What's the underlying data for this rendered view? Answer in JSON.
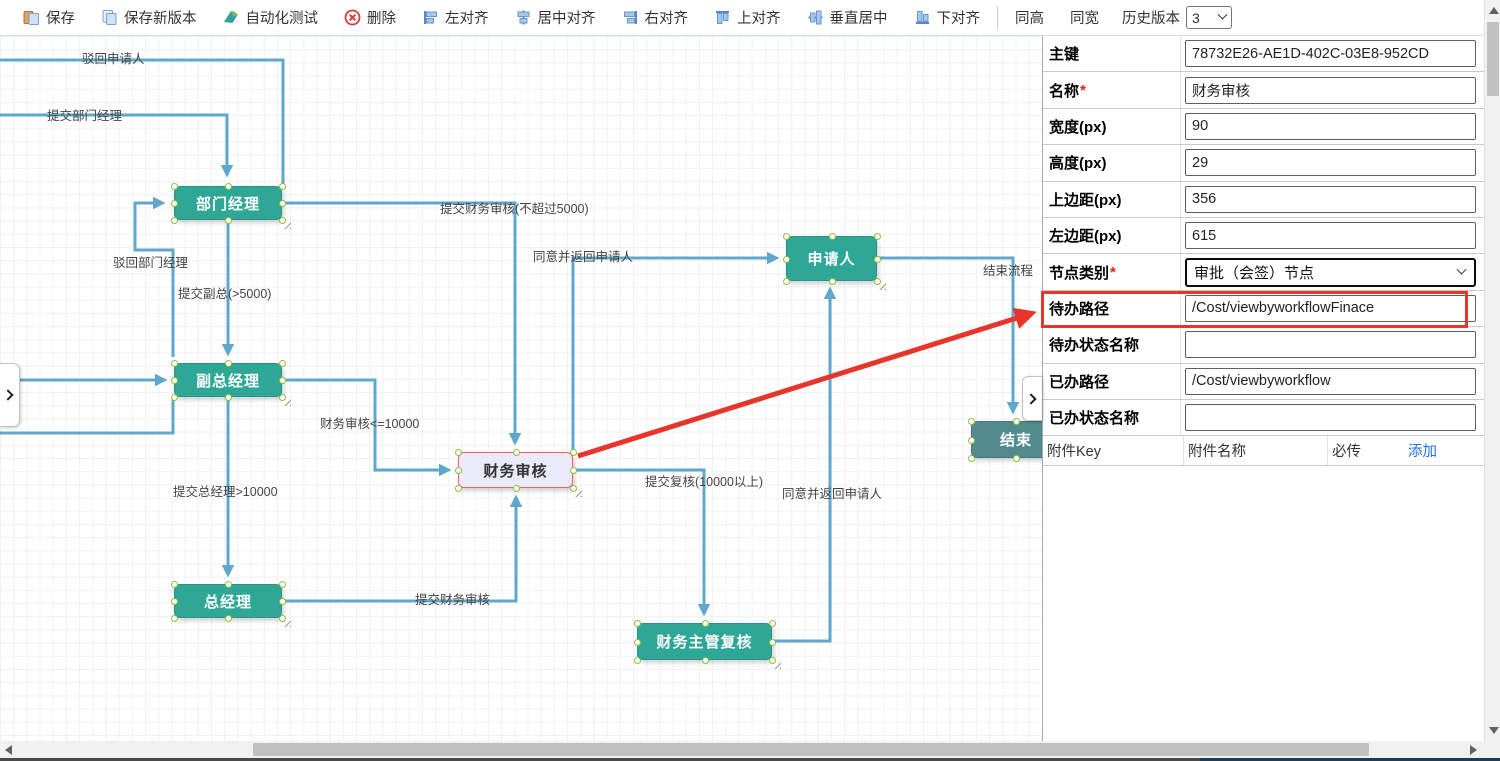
{
  "toolbar": {
    "buttons": [
      {
        "id": "save",
        "label": "保存"
      },
      {
        "id": "save-new-version",
        "label": "保存新版本"
      },
      {
        "id": "automation-test",
        "label": "自动化测试"
      },
      {
        "id": "delete",
        "label": "删除"
      },
      {
        "id": "align-left",
        "label": "左对齐"
      },
      {
        "id": "align-center",
        "label": "居中对齐"
      },
      {
        "id": "align-right",
        "label": "右对齐"
      },
      {
        "id": "align-top",
        "label": "上对齐"
      },
      {
        "id": "vertical-center",
        "label": "垂直居中"
      },
      {
        "id": "align-bottom",
        "label": "下对齐"
      },
      {
        "id": "same-height",
        "label": "同高"
      },
      {
        "id": "same-width",
        "label": "同宽"
      }
    ],
    "history_version_label": "历史版本",
    "history_version_value": "3"
  },
  "panel": {
    "rows": [
      {
        "id": "primary-key",
        "label": "主键",
        "value": "78732E26-AE1D-402C-03E8-952CD",
        "required": false,
        "type": "input"
      },
      {
        "id": "name",
        "label": "名称",
        "value": "财务审核",
        "required": true,
        "type": "input"
      },
      {
        "id": "width",
        "label": "宽度(px)",
        "value": "90",
        "required": false,
        "type": "input"
      },
      {
        "id": "height",
        "label": "高度(px)",
        "value": "29",
        "required": false,
        "type": "input"
      },
      {
        "id": "margin-top",
        "label": "上边距(px)",
        "value": "356",
        "required": false,
        "type": "input"
      },
      {
        "id": "margin-left",
        "label": "左边距(px)",
        "value": "615",
        "required": false,
        "type": "input"
      },
      {
        "id": "node-category",
        "label": "节点类别",
        "value": "审批（会签）节点",
        "required": true,
        "type": "select"
      },
      {
        "id": "todo-path",
        "label": "待办路径",
        "value": "/Cost/viewbyworkflowFinace",
        "required": false,
        "type": "input",
        "highlighted": true
      },
      {
        "id": "todo-status-name",
        "label": "待办状态名称",
        "value": "",
        "required": false,
        "type": "input"
      },
      {
        "id": "done-path",
        "label": "已办路径",
        "value": "/Cost/viewbyworkflow",
        "required": false,
        "type": "input"
      },
      {
        "id": "done-status-name",
        "label": "已办状态名称",
        "value": "",
        "required": false,
        "type": "input"
      }
    ],
    "attachment": {
      "key": "附件Key",
      "name": "附件名称",
      "required": "必传",
      "add": "添加"
    }
  },
  "flowchart": {
    "nodes": [
      {
        "id": "dept-manager",
        "label": "部门经理"
      },
      {
        "id": "vice-gm",
        "label": "副总经理"
      },
      {
        "id": "gm",
        "label": "总经理"
      },
      {
        "id": "finance-review",
        "label": "财务审核",
        "selected": true
      },
      {
        "id": "applicant",
        "label": "申请人"
      },
      {
        "id": "finance-supervisor-review",
        "label": "财务主管复核"
      },
      {
        "id": "end",
        "label": "结束"
      }
    ],
    "edge_labels": [
      "驳回申请人",
      "提交部门经理",
      "驳回部门经理",
      "提交副总(>5000)",
      "提交总经理>10000",
      "提交财务审核(不超过5000)",
      "同意并返回申请人",
      "财务审核<=10000",
      "提交财务审核",
      "提交复核(10000以上)",
      "同意并返回申请人",
      "结束流程"
    ]
  },
  "colors": {
    "node": "#2fa796",
    "node_end": "#528b8e",
    "edge": "#5fa8cb",
    "selected_node_border": "#ef6060",
    "selected_node_fill": "#eaeaf8",
    "annotation": "#e8352b",
    "link": "#1a73e8"
  }
}
